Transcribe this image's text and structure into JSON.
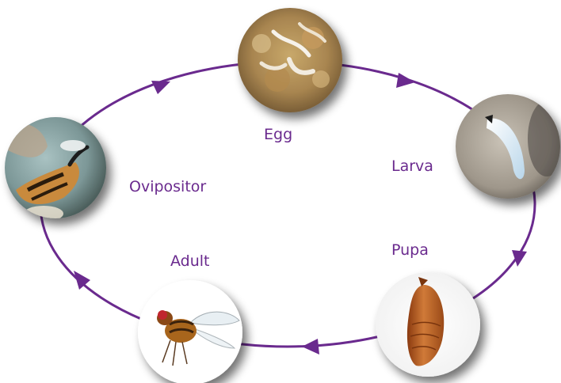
{
  "diagram": {
    "accent_color": "#6a2a8e",
    "stages": [
      {
        "id": "egg",
        "label": "Egg",
        "image": "egg-photo"
      },
      {
        "id": "larva",
        "label": "Larva",
        "image": "larva-photo"
      },
      {
        "id": "pupa",
        "label": "Pupa",
        "image": "pupa-photo"
      },
      {
        "id": "adult",
        "label": "Adult",
        "image": "adult-fly-photo"
      },
      {
        "id": "ovipositor",
        "label": "Ovipositor",
        "image": "ovipositor-photo"
      }
    ]
  }
}
